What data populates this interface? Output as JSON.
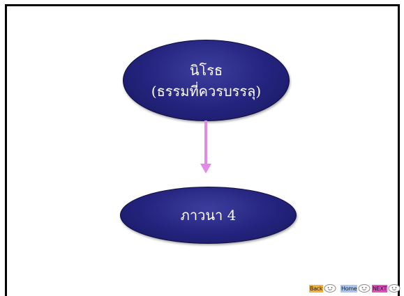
{
  "diagram": {
    "top_node": {
      "line1": "นิโรธ",
      "line2": "(ธรรมที่ควรบรรลุ)"
    },
    "bottom_node": {
      "label": "ภาวนา 4"
    },
    "colors": {
      "node_fill": "#23237d",
      "arrow": "#e28ae6",
      "frame": "#000000"
    }
  },
  "nav": {
    "back_label": "Back",
    "home_label": "Home",
    "next_label": "NEXT",
    "back_color": "#f3b23a",
    "home_color": "#a9c6f2",
    "next_color": "#e24fc2",
    "icon": "smiley-face-icon"
  }
}
